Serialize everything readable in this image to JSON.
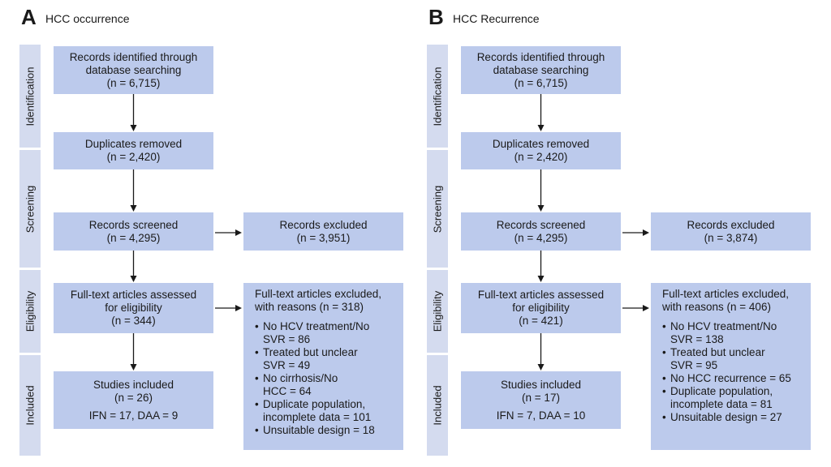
{
  "panels": [
    {
      "letter": "A",
      "title": "HCC occurrence",
      "stages": [
        "Identification",
        "Screening",
        "Eligibility",
        "Included"
      ],
      "identified": [
        "Records identified through",
        "database searching",
        "(n = 6,715)"
      ],
      "duplicates": [
        "Duplicates removed",
        "(n = 2,420)"
      ],
      "screened": [
        "Records screened",
        "(n = 4,295)"
      ],
      "excluded": [
        "Records excluded",
        "(n = 3,951)"
      ],
      "assessed": [
        "Full-text articles assessed",
        "for eligibility",
        "(n = 344)"
      ],
      "fulltext_excluded_header": [
        "Full-text articles excluded,",
        "with reasons (n = 318)"
      ],
      "fulltext_excluded_reasons": [
        [
          "No HCV treatment/No",
          "SVR = 86"
        ],
        [
          "Treated but unclear",
          "SVR = 49"
        ],
        [
          "No cirrhosis/No",
          "HCC = 64"
        ],
        [
          "Duplicate population,",
          "incomplete data = 101"
        ],
        [
          "Unsuitable design = 18"
        ]
      ],
      "included": [
        "Studies included",
        "(n = 26)"
      ],
      "included_stats": "IFN = 17, DAA = 9"
    },
    {
      "letter": "B",
      "title": "HCC Recurrence",
      "stages": [
        "Identification",
        "Screening",
        "Eligibility",
        "Included"
      ],
      "identified": [
        "Records identified through",
        "database searching",
        "(n = 6,715)"
      ],
      "duplicates": [
        "Duplicates removed",
        "(n = 2,420)"
      ],
      "screened": [
        "Records screened",
        "(n = 4,295)"
      ],
      "excluded": [
        "Records excluded",
        "(n = 3,874)"
      ],
      "assessed": [
        "Full-text articles assessed",
        "for eligibility",
        "(n = 421)"
      ],
      "fulltext_excluded_header": [
        "Full-text articles excluded,",
        "with reasons (n = 406)"
      ],
      "fulltext_excluded_reasons": [
        [
          "No HCV treatment/No",
          "SVR = 138"
        ],
        [
          "Treated but unclear",
          "SVR = 95"
        ],
        [
          "No HCC recurrence = 65"
        ],
        [
          "Duplicate population,",
          "incomplete data = 81"
        ],
        [
          "Unsuitable design = 27"
        ]
      ],
      "included": [
        "Studies included",
        "(n = 17)"
      ],
      "included_stats": "IFN = 7, DAA = 10"
    }
  ],
  "colors": {
    "box": "#bccaec",
    "stage": "#d4dbef",
    "arrow": "#1a1a1a"
  }
}
